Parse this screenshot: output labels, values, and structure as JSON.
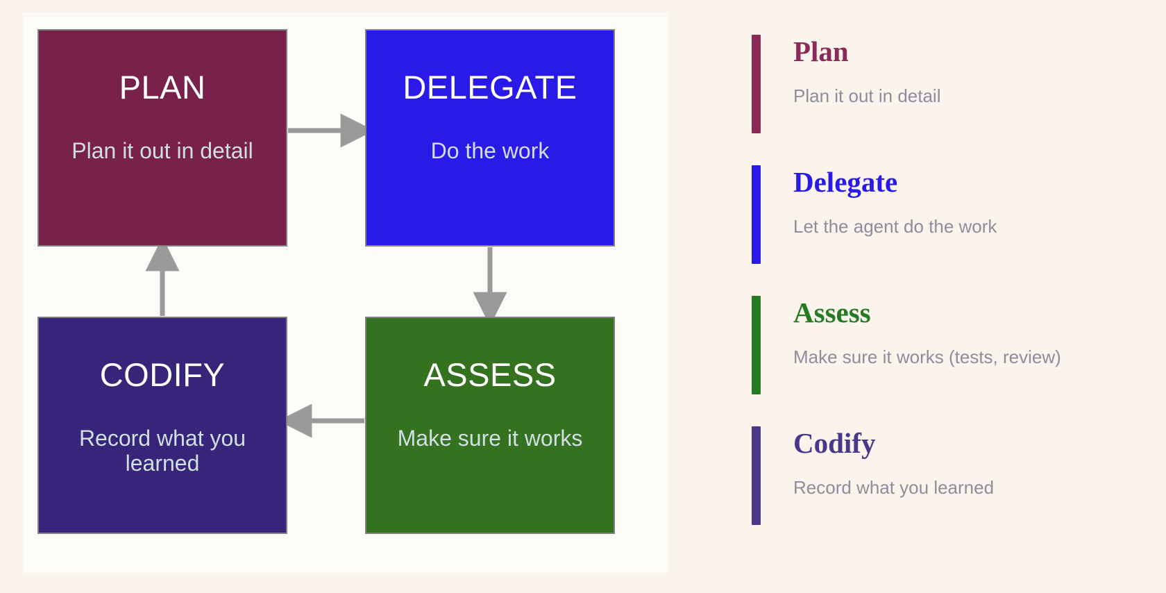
{
  "page": {
    "background": "#faf4ed",
    "canvas_background": "#fdfbf8"
  },
  "diagram": {
    "type": "cycle-flowchart",
    "arrow_color": "#9a9a9a",
    "node_border_color": "#808080",
    "nodes": [
      {
        "id": "plan",
        "title": "PLAN",
        "subtitle": "Plan it out in detail",
        "color": "#78214a",
        "title_color": "#ffffff",
        "subtitle_color": "#d0dfe3"
      },
      {
        "id": "delegate",
        "title": "DELEGATE",
        "subtitle": "Do the work",
        "color": "#2a1ae8",
        "title_color": "#ffffff",
        "subtitle_color": "#d0dfe3"
      },
      {
        "id": "assess",
        "title": "ASSESS",
        "subtitle": "Make sure it works",
        "color": "#357220",
        "title_color": "#ffffff",
        "subtitle_color": "#d0dfe3"
      },
      {
        "id": "codify",
        "title": "CODIFY",
        "subtitle": "Record what you learned",
        "color": "#362578",
        "title_color": "#ffffff",
        "subtitle_color": "#d0dfe3"
      }
    ],
    "edges": [
      {
        "from": "plan",
        "to": "delegate",
        "direction": "right"
      },
      {
        "from": "delegate",
        "to": "assess",
        "direction": "down"
      },
      {
        "from": "assess",
        "to": "codify",
        "direction": "left"
      },
      {
        "from": "codify",
        "to": "plan",
        "direction": "up"
      }
    ]
  },
  "legend": {
    "items": [
      {
        "title": "Plan",
        "desc": "Plan it out in detail",
        "color": "#8c2a57"
      },
      {
        "title": "Delegate",
        "desc": "Let the agent do the work",
        "color": "#2a1ae8"
      },
      {
        "title": "Assess",
        "desc": "Make sure it works (tests, review)",
        "color": "#247b24"
      },
      {
        "title": "Codify",
        "desc": "Record what you learned",
        "color": "#4b3789"
      }
    ],
    "desc_color": "#8d8d9c"
  }
}
